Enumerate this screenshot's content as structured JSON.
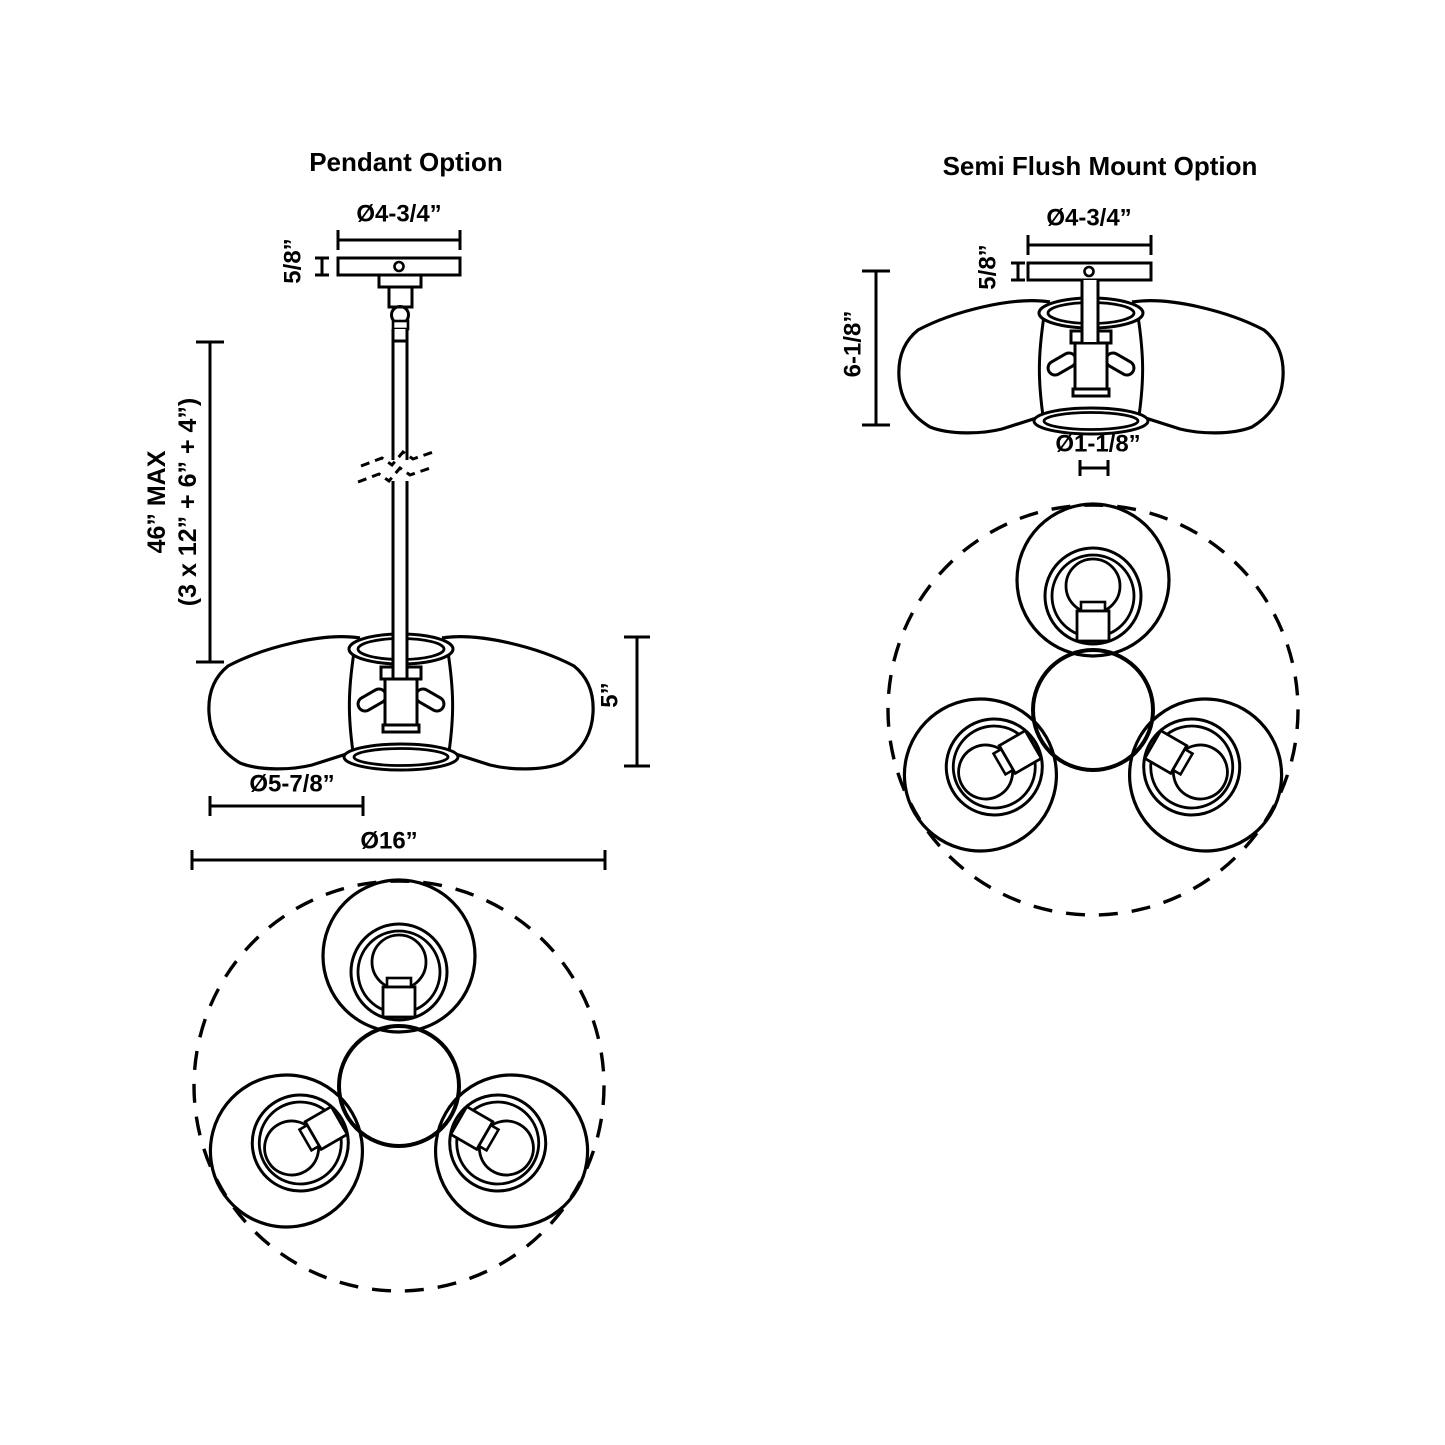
{
  "pendant": {
    "title": "Pendant Option",
    "dims": {
      "canopy_diameter": "Ø4-3/4”",
      "canopy_height": "5/8”",
      "rod_length_line1": "46” MAX",
      "rod_length_line2": "(3 x 12” + 6” + 4”)",
      "fixture_height": "5”",
      "shade_diameter": "Ø5-7/8”",
      "overall_diameter": "Ø16”"
    }
  },
  "semi_flush": {
    "title": "Semi Flush Mount Option",
    "dims": {
      "canopy_diameter": "Ø4-3/4”",
      "canopy_height": "5/8”",
      "fixture_height": "6-1/8”",
      "bottom_opening_diameter": "Ø1-1/8”"
    }
  },
  "colors": {
    "line": "#000000",
    "background": "#ffffff"
  }
}
